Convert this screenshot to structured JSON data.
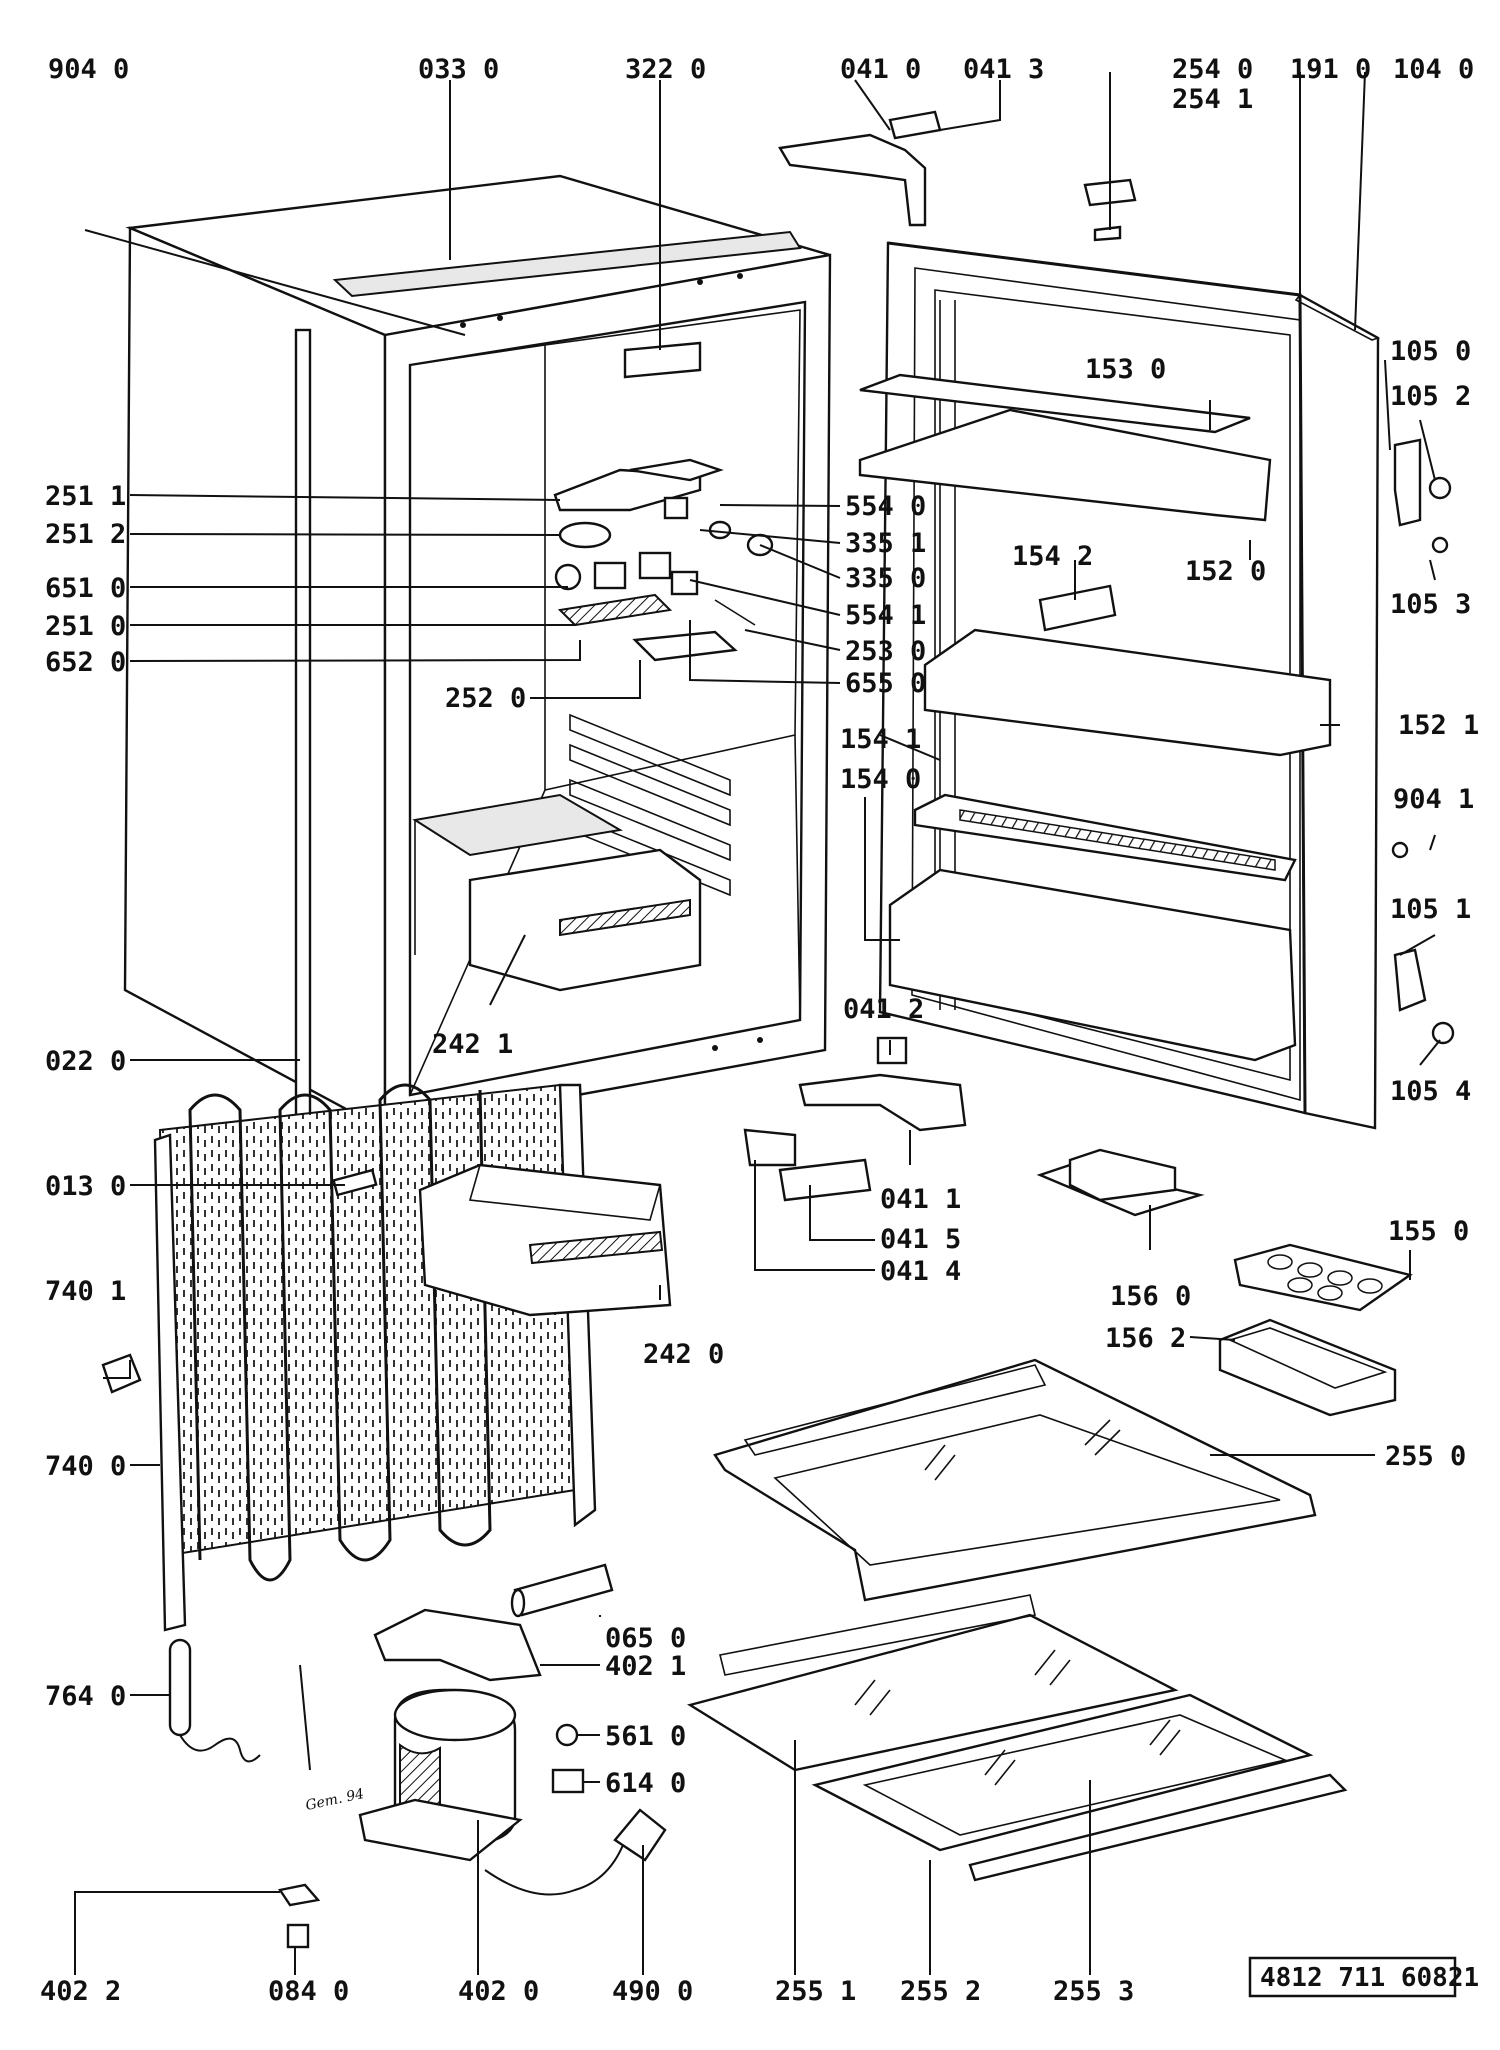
{
  "labels": {
    "l9040": "904 0",
    "l0330": "033 0",
    "l3220": "322 0",
    "l0410": "041 0",
    "l0413": "041 3",
    "l2540": "254 0",
    "l2541": "254 1",
    "l1910": "191 0",
    "l1040": "104 0",
    "l1050": "105 0",
    "l1052": "105 2",
    "l1530": "153 0",
    "l1053": "105 3",
    "l1520": "152 0",
    "l2511": "251 1",
    "l2512": "251 2",
    "l6510": "651 0",
    "l2510": "251 0",
    "l6520": "652 0",
    "l5540": "554 0",
    "l3351": "335 1",
    "l3350": "335 0",
    "l5541": "554 1",
    "l2530": "253 0",
    "l6550": "655 0",
    "l2520": "252 0",
    "l1542": "154 2",
    "l1521": "152 1",
    "l1541": "154 1",
    "l1540": "154 0",
    "l9041": "904 1",
    "l1051": "105 1",
    "l1054": "105 4",
    "l2421": "242 1",
    "l0220": "022 0",
    "l0412": "041 2",
    "l0411": "041 1",
    "l0415": "041 5",
    "l0414": "041 4",
    "l0130": "013 0",
    "l2420": "242 0",
    "l1560": "156 0",
    "l1550": "155 0",
    "l1562": "156 2",
    "l7401": "740 1",
    "l7400": "740 0",
    "l2550": "255 0",
    "l0650": "065 0",
    "l4021": "402 1",
    "l7640": "764 0",
    "l5610": "561 0",
    "l6140": "614 0",
    "l4022": "402 2",
    "l0840": "084 0",
    "l4020": "402 0",
    "l4900": "490 0",
    "l2551": "255 1",
    "l2552": "255 2",
    "l2553": "255 3"
  },
  "handwritten_note": "Gem. 94",
  "document_number": "4812 711 60821"
}
